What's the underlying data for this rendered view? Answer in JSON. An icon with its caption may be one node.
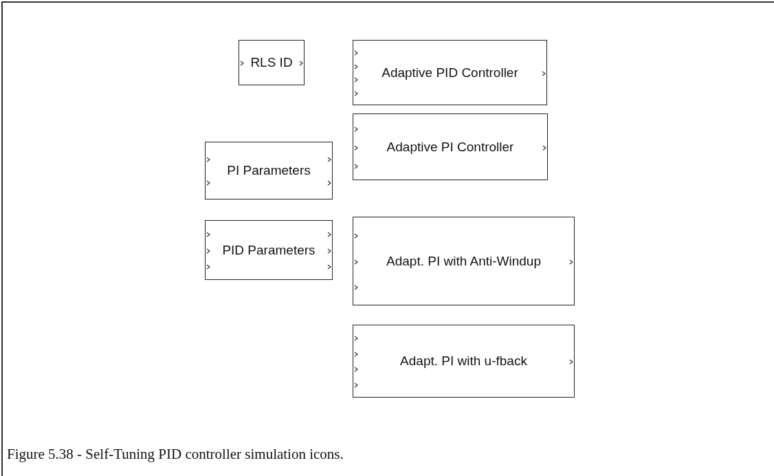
{
  "diagram": {
    "caption": "Figure 5.38 - Self-Tuning PID controller simulation icons.",
    "nodes": [
      {
        "text": [
          "RLS ID"
        ]
      },
      {
        "text": [
          "Adaptive PID Controller"
        ]
      },
      {
        "text": [
          "Adaptive PI Controller"
        ]
      },
      {
        "text": [
          "PI Parameters"
        ]
      },
      {
        "text": [
          "PID Parameters"
        ]
      },
      {
        "text": [
          "Adapt. PI with Anti-Windup"
        ]
      },
      {
        "text": [
          "Adapt. PI with u-fback"
        ]
      }
    ],
    "edges": []
  }
}
